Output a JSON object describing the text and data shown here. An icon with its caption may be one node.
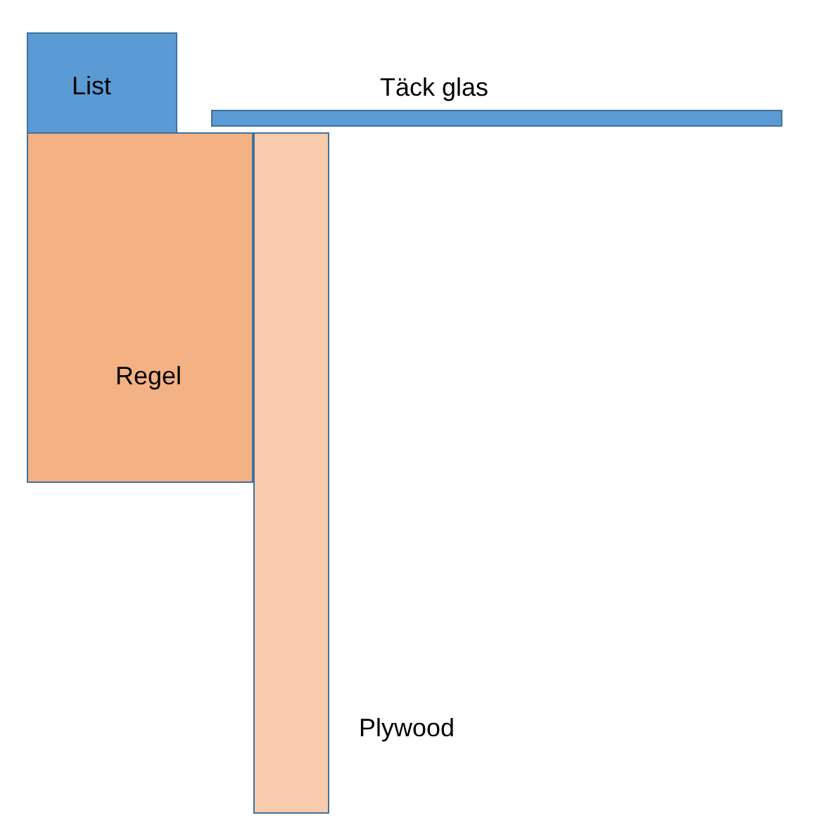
{
  "diagram": {
    "nodes": [
      {
        "text": [
          "List"
        ]
      },
      {
        "text": [],
        "shape": "bar",
        "beside": [
          "Täck glas"
        ]
      },
      {
        "text": [
          "Regel"
        ]
      },
      {
        "text": [],
        "shape": "bar",
        "beside": [
          "Plywood"
        ]
      }
    ]
  }
}
